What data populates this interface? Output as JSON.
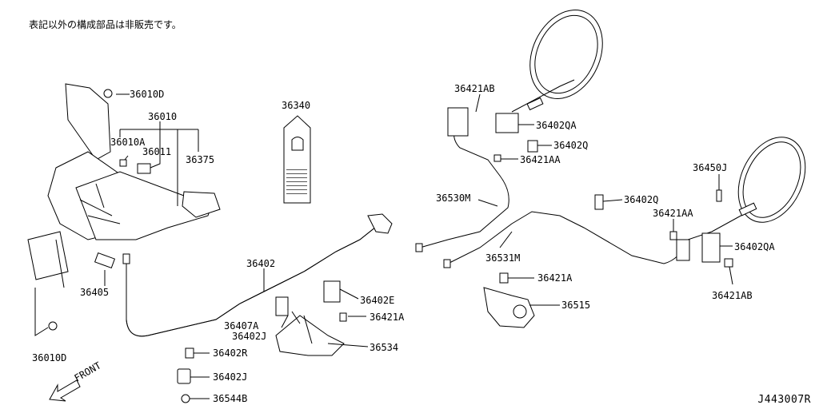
{
  "note": "表記以外の構成部品は非販売です。",
  "diagram_code": "J443007R",
  "front_label": "FRONT",
  "labels": {
    "p36010D_top": "36010D",
    "p36010": "36010",
    "p36010A": "36010A",
    "p36011": "36011",
    "p36375": "36375",
    "p36340": "36340",
    "p36405": "36405",
    "p36010D_bottom": "36010D",
    "p36402": "36402",
    "p36402E": "36402E",
    "p36421A_left": "36421A",
    "p36407A": "36407A",
    "p36402J_upper": "36402J",
    "p36534": "36534",
    "p36402R": "36402R",
    "p36402J_lower": "36402J",
    "p36544B": "36544B",
    "p36421AB_top": "36421AB",
    "p36402QA_top": "36402QA",
    "p36402Q_top": "36402Q",
    "p36421AA_top": "36421AA",
    "p36530M": "36530M",
    "p36531M": "36531M",
    "p36402Q_mid": "36402Q",
    "p36450J": "36450J",
    "p36421AA_right": "36421AA",
    "p36402QA_right": "36402QA",
    "p36421AB_right": "36421AB",
    "p36421A_right": "36421A",
    "p36515": "36515"
  }
}
